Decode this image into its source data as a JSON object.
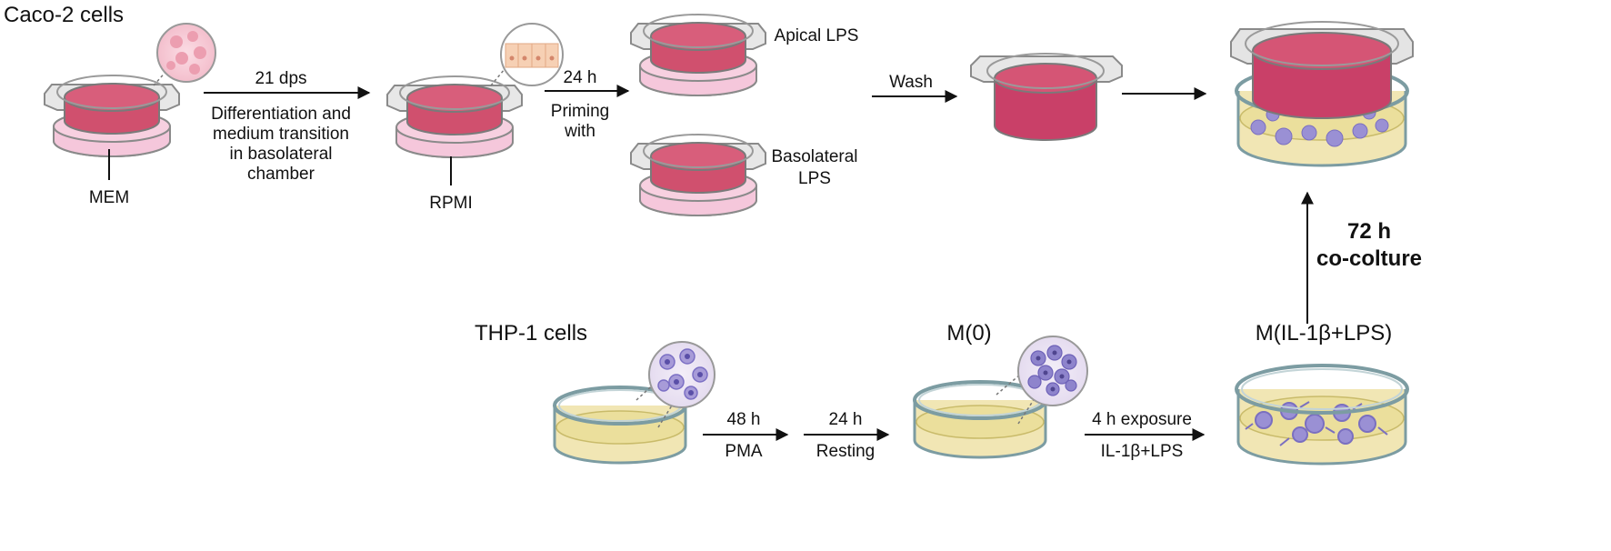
{
  "top_row": {
    "title": "Caco-2 cells",
    "medium_1": "MEM",
    "step_1": {
      "time": "21 dps",
      "description": [
        "Differentiation and",
        "medium  transition",
        "in basolateral",
        "chamber"
      ]
    },
    "medium_2": "RPMI",
    "step_2": {
      "time": "24 h",
      "description": [
        "Priming",
        "with"
      ]
    },
    "apical_label": "Apical LPS",
    "basolateral_label": [
      "Basolateral",
      "LPS"
    ],
    "wash_label": "Wash"
  },
  "co_culture": {
    "time": "72 h",
    "label": "co-colture"
  },
  "bottom_row": {
    "title": "THP-1 cells",
    "step_pma": {
      "time": "48 h",
      "agent": "PMA"
    },
    "step_rest": {
      "time": "24 h",
      "agent": "Resting"
    },
    "m0_label": "M(0)",
    "step_exposure": {
      "time": "4 h exposure",
      "agent": "IL-1β+LPS"
    },
    "m1_label": "M(IL-1β+LPS)"
  },
  "colors": {
    "medium_pink": "#d0506e",
    "basolateral_pink": "#f0b8d0",
    "thp_yellow": "#efe4a8",
    "cell_purple": "#8e84cc",
    "dish_rim": "#b9c9cc",
    "arrow": "#111111"
  }
}
